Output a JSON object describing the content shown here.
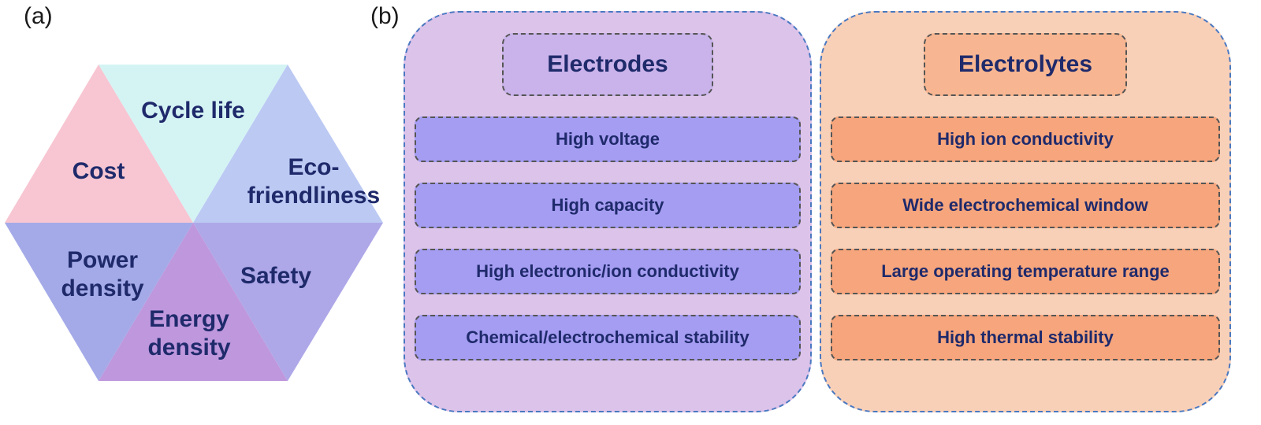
{
  "panel_a": {
    "label": "(a)",
    "segments": [
      {
        "lines": [
          "Cycle life"
        ],
        "color": "#d4f4f4"
      },
      {
        "lines": [
          "Eco-",
          "friendliness"
        ],
        "color": "#bcc9f3"
      },
      {
        "lines": [
          "Safety"
        ],
        "color": "#aea8e8"
      },
      {
        "lines": [
          "Energy",
          "density"
        ],
        "color": "#be97dd"
      },
      {
        "lines": [
          "Power",
          "density"
        ],
        "color": "#a4aae8"
      },
      {
        "lines": [
          "Cost"
        ],
        "color": "#f7c6d2"
      }
    ]
  },
  "panel_b": {
    "label": "(b)",
    "electrodes": {
      "title": "Electrodes",
      "items": [
        "High voltage",
        "High capacity",
        "High electronic/ion conductivity",
        "Chemical/electrochemical stability"
      ]
    },
    "electrolytes": {
      "title": "Electrolytes",
      "items": [
        "High ion conductivity",
        "Wide electrochemical window",
        "Large operating temperature range",
        "High thermal stability"
      ]
    }
  }
}
